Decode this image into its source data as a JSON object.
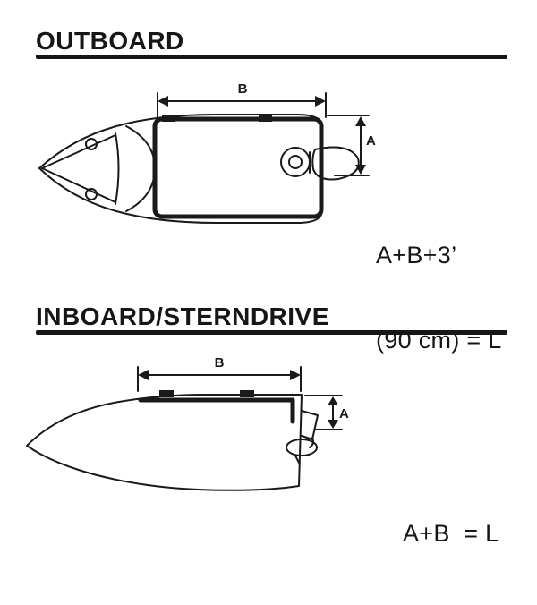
{
  "colors": {
    "ink": "#1a1a1a",
    "background": "#ffffff"
  },
  "outboard": {
    "title": "OUTBOARD",
    "dim_b": "B",
    "dim_a": "A",
    "formula_line1": "A+B+3’",
    "formula_line2": "(90 cm) = L"
  },
  "inboard": {
    "title": "INBOARD/STERNDRIVE",
    "dim_b": "B",
    "dim_a": "A",
    "formula": "A+B  = L"
  }
}
